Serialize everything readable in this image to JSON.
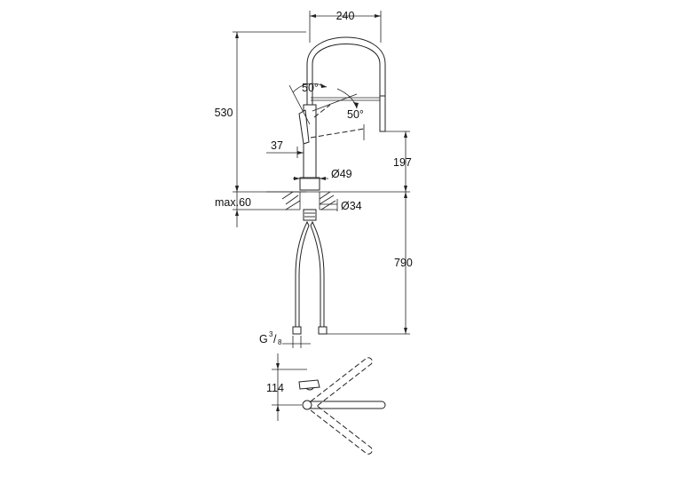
{
  "dimensions": {
    "spout_reach": "240",
    "total_height": "530",
    "spray_angle_left": "50°",
    "spray_angle_right": "50°",
    "handle_offset": "37",
    "spout_height": "197",
    "body_diameter": "Ø49",
    "max_deck_thickness": "max.60",
    "hole_diameter": "Ø34",
    "hose_length": "790",
    "connection_prefix": "G",
    "connection_num": "3",
    "connection_den": "8",
    "handle_clearance": "114"
  }
}
